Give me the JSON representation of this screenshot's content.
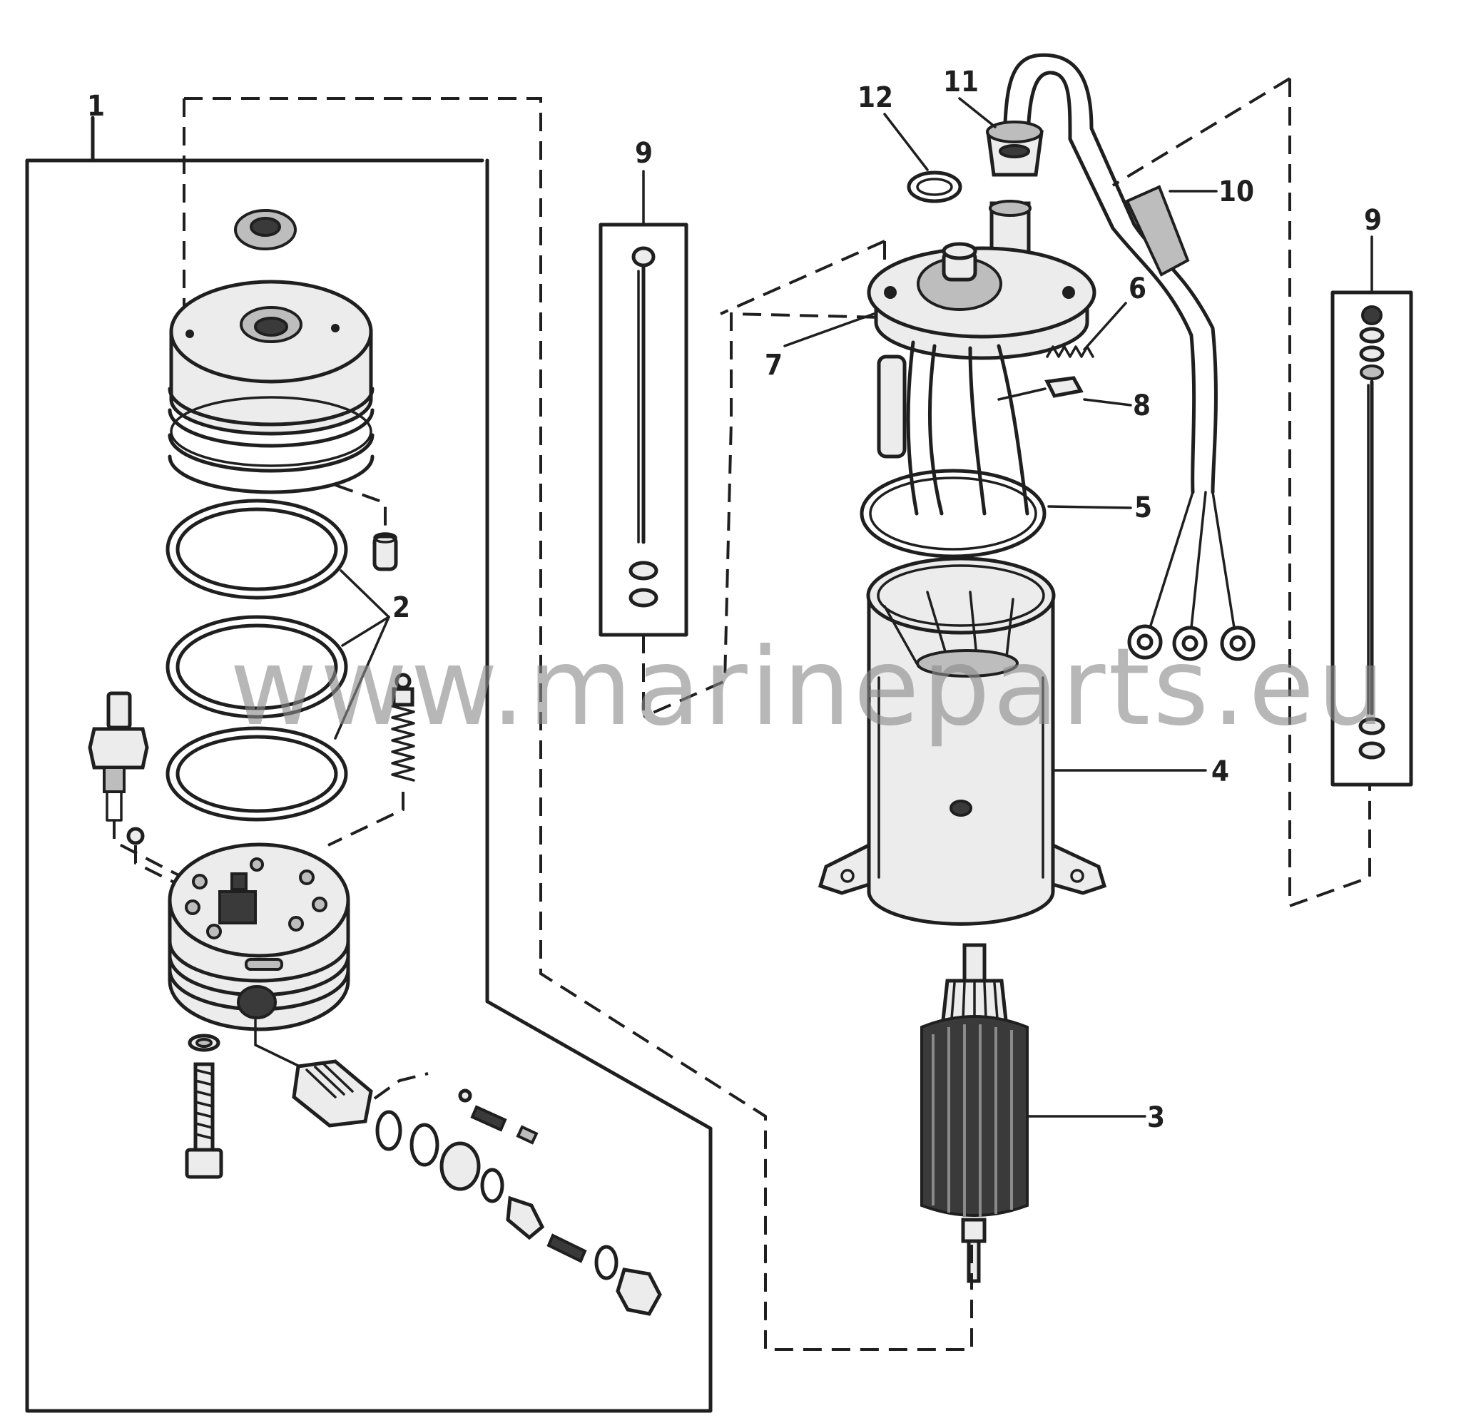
{
  "diagram": {
    "callouts": {
      "c1": "1",
      "c2": "2",
      "c3": "3",
      "c4": "4",
      "c5": "5",
      "c6": "6",
      "c7": "7",
      "c8": "8",
      "c9_left": "9",
      "c9_right": "9",
      "c10": "10",
      "c11": "11",
      "c12": "12"
    },
    "watermark": "www.marineparts.eu"
  }
}
